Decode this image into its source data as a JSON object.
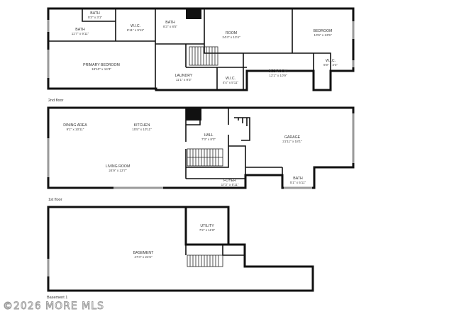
{
  "floors": {
    "second": "2nd floor",
    "first": "1st floor",
    "basement": "Basement 1"
  },
  "rooms": {
    "bath_small": {
      "name": "BATH",
      "dim": "5'3\" x 3'1\""
    },
    "bath_top": {
      "name": "BATH",
      "dim": "11'7\" x 9'11\""
    },
    "wic_top": {
      "name": "W.I.C.",
      "dim": "6'11\" x 9'11\""
    },
    "bath_mid": {
      "name": "BATH",
      "dim": "8'3\" x 8'5\""
    },
    "room": {
      "name": "ROOM",
      "dim": "24'4\" x 13'4\""
    },
    "bedroom_nw": {
      "name": "BEDROOM",
      "dim": "10'6\" x 13'5\""
    },
    "primary_bed": {
      "name": "PRIMARY BEDROOM",
      "dim": "18'10\" x 14'3\""
    },
    "wic_right": {
      "name": "W.I.C.",
      "dim": "6'9\" x 4'4\""
    },
    "laundry": {
      "name": "LAUNDRY",
      "dim": "11'1\" x 9'3\""
    },
    "wic_small": {
      "name": "W.I.C.",
      "dim": "4'4\" x 5'11\""
    },
    "bedroom_mid": {
      "name": "BEDROOM",
      "dim": "12'1\" x 10'9\""
    },
    "dining": {
      "name": "DINING AREA",
      "dim": "9'1\" x 10'11\""
    },
    "kitchen": {
      "name": "KITCHEN",
      "dim": "15'5\" x 10'11\""
    },
    "hall": {
      "name": "HALL",
      "dim": "7'3\" x 8'3\""
    },
    "garage": {
      "name": "GARAGE",
      "dim": "21'11\" x 18'1\""
    },
    "living": {
      "name": "LIVING ROOM",
      "dim": "24'9\" x 13'7\""
    },
    "foyer": {
      "name": "FOYER",
      "dim": "17'2\" x 5'11\""
    },
    "bath_foyer": {
      "name": "BATH",
      "dim": "5'1\" x 5'11\""
    },
    "utility": {
      "name": "UTILITY",
      "dim": "7'2\" x 11'8\""
    },
    "basement": {
      "name": "BASEMENT",
      "dim": "47'4\" x 24'6\""
    }
  },
  "watermark": "©2026 MORE MLS",
  "colors": {
    "wall": "#111111",
    "window": "#9a9a9a",
    "background": "#ffffff"
  }
}
